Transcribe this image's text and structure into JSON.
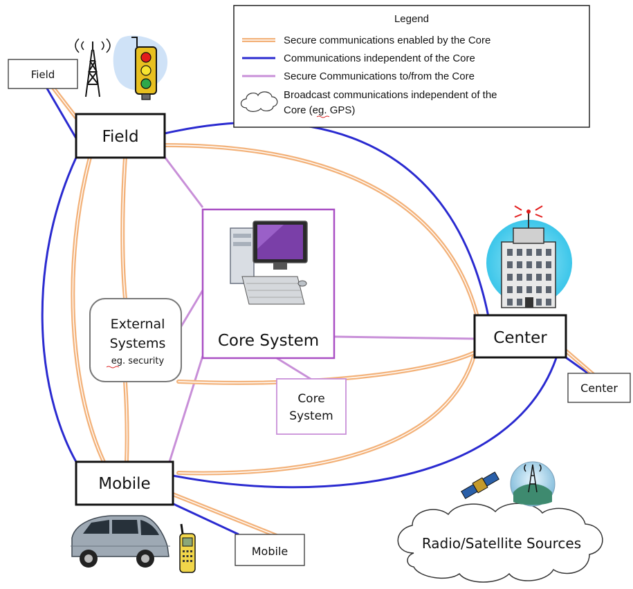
{
  "legend": {
    "title": "Legend",
    "items": [
      {
        "label": "Secure communications enabled by the Core",
        "kind": "secure-enabled",
        "color": "#f3b27a"
      },
      {
        "label": "Communications independent of the Core",
        "kind": "independent",
        "color": "#2a2ad0"
      },
      {
        "label": "Secure Communications to/from the Core",
        "kind": "secure-core",
        "color": "#c88fd8"
      },
      {
        "label_line1": "Broadcast communications independent of the",
        "label_line2": "Core (eg. GPS)",
        "kind": "broadcast"
      }
    ]
  },
  "nodes": {
    "field_main": "Field",
    "field_small": "Field",
    "center_main": "Center",
    "center_small": "Center",
    "mobile_main": "Mobile",
    "mobile_small": "Mobile",
    "core_main": "Core System",
    "core_small_line1": "Core",
    "core_small_line2": "System",
    "external_line1": "External",
    "external_line2": "Systems",
    "external_line3": "eg. security"
  },
  "cloud": {
    "label": "Radio/Satellite Sources"
  },
  "icons": [
    "radio-tower-icon",
    "traffic-light-icon",
    "computer-icon",
    "building-icon",
    "satellite-icon",
    "antenna-globe-icon",
    "van-icon",
    "phone-icon"
  ],
  "colors": {
    "orange": "#f3b27a",
    "blue": "#2a2ad0",
    "purple": "#c88fd8",
    "core_border": "#a94fc4"
  }
}
